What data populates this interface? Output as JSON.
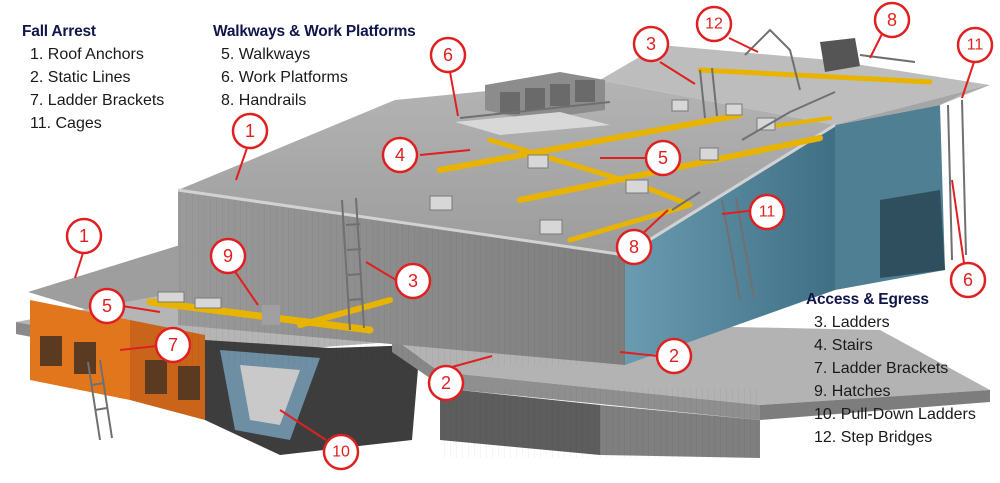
{
  "legends": {
    "fall_arrest": {
      "title": "Fall Arrest",
      "items": [
        "1. Roof Anchors",
        "2. Static Lines",
        "7. Ladder Brackets",
        "11. Cages"
      ]
    },
    "walkways": {
      "title": "Walkways & Work Platforms",
      "items": [
        "5. Walkways",
        "6. Work Platforms",
        "8. Handrails"
      ]
    },
    "access": {
      "title": "Access & Egress",
      "items": [
        "3. Ladders",
        "4. Stairs",
        "7. Ladder Brackets",
        "9. Hatches",
        "10. Pull-Down Ladders",
        "12. Step Bridges"
      ]
    }
  },
  "callouts": [
    {
      "id": "1a",
      "label": "1"
    },
    {
      "id": "1b",
      "label": "1"
    },
    {
      "id": "2a",
      "label": "2"
    },
    {
      "id": "2b",
      "label": "2"
    },
    {
      "id": "3a",
      "label": "3"
    },
    {
      "id": "3b",
      "label": "3"
    },
    {
      "id": "4",
      "label": "4"
    },
    {
      "id": "5a",
      "label": "5"
    },
    {
      "id": "5b",
      "label": "5"
    },
    {
      "id": "6a",
      "label": "6"
    },
    {
      "id": "6b",
      "label": "6"
    },
    {
      "id": "7",
      "label": "7"
    },
    {
      "id": "8a",
      "label": "8"
    },
    {
      "id": "8b",
      "label": "8"
    },
    {
      "id": "9",
      "label": "9"
    },
    {
      "id": "10",
      "label": "10"
    },
    {
      "id": "11a",
      "label": "11"
    },
    {
      "id": "11b",
      "label": "11"
    },
    {
      "id": "12",
      "label": "12"
    }
  ],
  "colors": {
    "callout_red": "#e02020",
    "walkway_yellow": "#e8b400",
    "roof_grey": "#a7a7a7",
    "wall_grey": "#8e8e8e",
    "wall_blue": "#5f8fa3",
    "accent_orange": "#e2761c"
  }
}
